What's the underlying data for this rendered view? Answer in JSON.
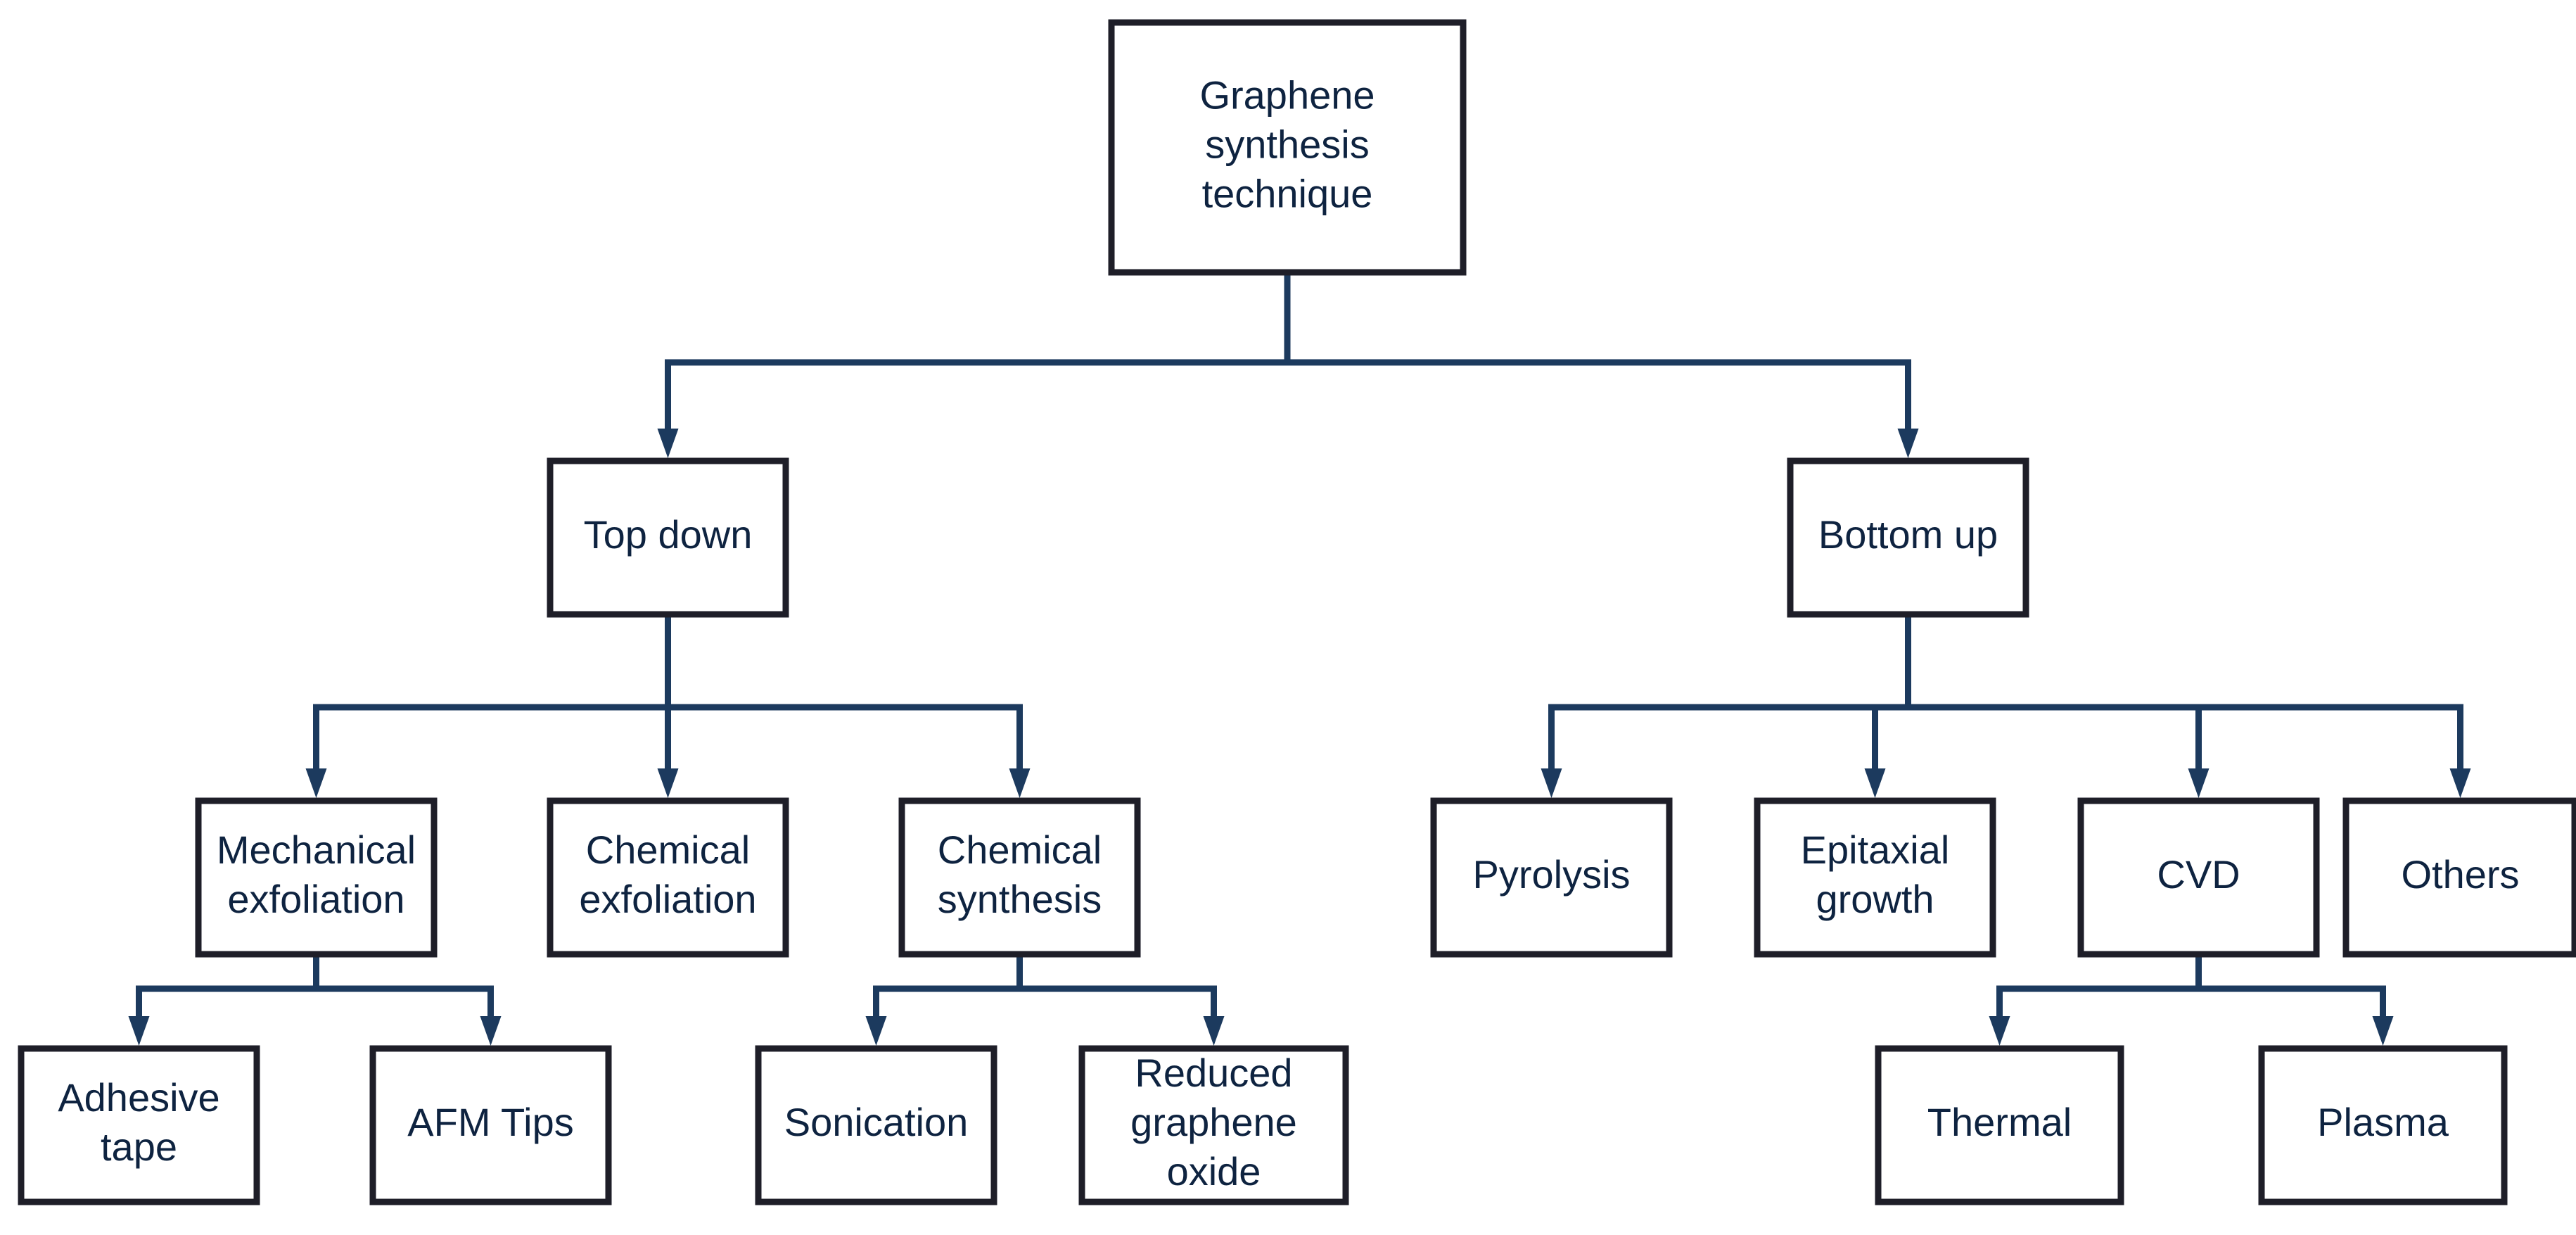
{
  "colors": {
    "box_border": "#1e1e28",
    "connector": "#1c3a5e",
    "text": "#0e2340",
    "background": "#ffffff"
  },
  "nodes": {
    "root": "Graphene\nsynthesis\ntechnique",
    "top_down": "Top down",
    "bottom_up": "Bottom up",
    "mechanical_exfoliation": "Mechanical\nexfoliation",
    "chemical_exfoliation": "Chemical\nexfoliation",
    "chemical_synthesis": "Chemical\nsynthesis",
    "pyrolysis": "Pyrolysis",
    "epitaxial_growth": "Epitaxial\ngrowth",
    "cvd": "CVD",
    "others": "Others",
    "adhesive_tape": "Adhesive\ntape",
    "afm_tips": "AFM Tips",
    "sonication": "Sonication",
    "reduced_graphene_oxide": "Reduced\ngraphene\noxide",
    "thermal": "Thermal",
    "plasma": "Plasma"
  },
  "edges": [
    [
      "root",
      "top_down"
    ],
    [
      "root",
      "bottom_up"
    ],
    [
      "top_down",
      "mechanical_exfoliation"
    ],
    [
      "top_down",
      "chemical_exfoliation"
    ],
    [
      "top_down",
      "chemical_synthesis"
    ],
    [
      "bottom_up",
      "pyrolysis"
    ],
    [
      "bottom_up",
      "epitaxial_growth"
    ],
    [
      "bottom_up",
      "cvd"
    ],
    [
      "bottom_up",
      "others"
    ],
    [
      "mechanical_exfoliation",
      "adhesive_tape"
    ],
    [
      "mechanical_exfoliation",
      "afm_tips"
    ],
    [
      "chemical_synthesis",
      "sonication"
    ],
    [
      "chemical_synthesis",
      "reduced_graphene_oxide"
    ],
    [
      "cvd",
      "thermal"
    ],
    [
      "cvd",
      "plasma"
    ]
  ]
}
